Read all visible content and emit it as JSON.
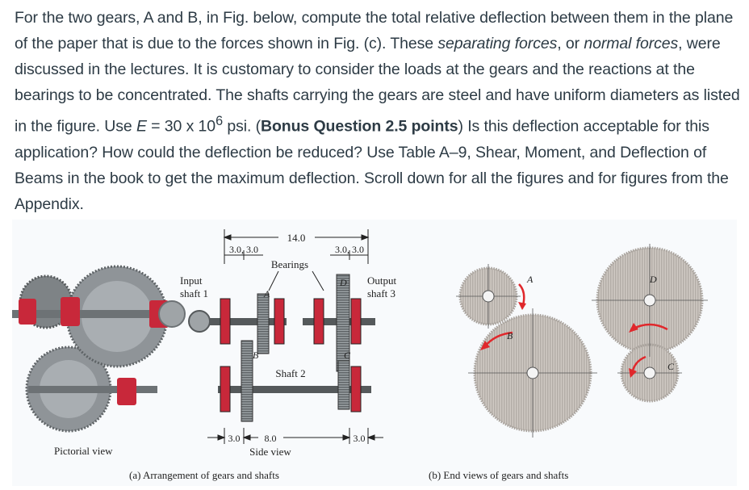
{
  "question": {
    "p1": "For the two gears, A and B, in Fig. below, compute the total relative deflection between them in the plane of the paper that is due to the forces shown in Fig. (c). These ",
    "em1": "separating forces",
    "p2": ", or ",
    "em2": "normal forces",
    "p3": ", were discussed in the lectures. It is customary to consider the loads at the gears and the reactions at the bearings to be concentrated. The shafts carrying the gears are steel and have uniform diameters as listed in the figure. Use ",
    "e_var": "E",
    "p4": " = 30 x 10",
    "exp": "6",
    "p5": " psi. (",
    "bonus": "Bonus Question 2.5 points",
    "p6": ") Is this deflection acceptable for this application? How could the deflection be reduced? Use Table A–9, Shear, Moment, and Deflection of Beams in the book to get the maximum deflection. Scroll down for all the figures and for figures from the Appendix."
  },
  "figure": {
    "dim_top": "14.0",
    "dim_left": "3.0, 3.0",
    "dim_right": "3.0, 3.0",
    "bearings": "Bearings",
    "input_shaft_1": "Input",
    "input_shaft_2": "shaft 1",
    "output_shaft_1": "Output",
    "output_shaft_2": "shaft 3",
    "label_A": "A",
    "label_B": "B",
    "label_C": "C",
    "label_D": "D",
    "shaft2": "Shaft 2",
    "dim_bottom_left": "3.0",
    "dim_bottom_mid": "8.0",
    "dim_bottom_right": "3.0",
    "side_view": "Side view",
    "pictorial_view": "Pictorial view",
    "caption_a": "(a) Arrangement of gears and shafts",
    "caption_b": "(b) End views of gears and shafts",
    "end_A": "A",
    "end_B": "B",
    "end_C": "C",
    "end_D": "D"
  },
  "colors": {
    "text": "#2d3b45",
    "gear_fill": "#cfc9c3",
    "gear_edge": "#a7a19b",
    "bearing_red": "#c8283a",
    "arrow_red": "#e0282c",
    "photo_bg": "#eef2f7"
  }
}
